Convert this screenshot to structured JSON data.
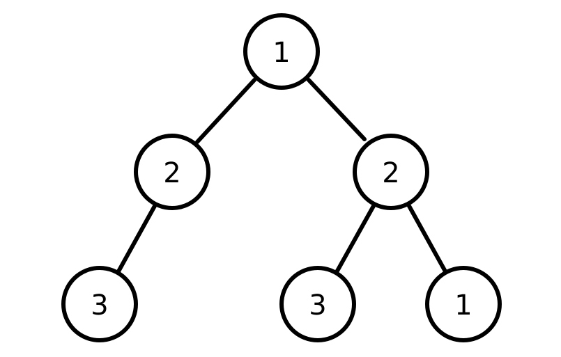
{
  "tree": {
    "nodes": [
      {
        "id": "root",
        "label": "1"
      },
      {
        "id": "left",
        "label": "2"
      },
      {
        "id": "right",
        "label": "2"
      },
      {
        "id": "left-left",
        "label": "3"
      },
      {
        "id": "right-left",
        "label": "3"
      },
      {
        "id": "right-right",
        "label": "1"
      }
    ],
    "edges": [
      {
        "from": "root",
        "to": "left"
      },
      {
        "from": "root",
        "to": "right"
      },
      {
        "from": "left",
        "to": "left-left"
      },
      {
        "from": "right",
        "to": "right-left"
      },
      {
        "from": "right",
        "to": "right-right"
      }
    ],
    "colors": {
      "stroke": "#000000",
      "fill": "#ffffff"
    }
  }
}
